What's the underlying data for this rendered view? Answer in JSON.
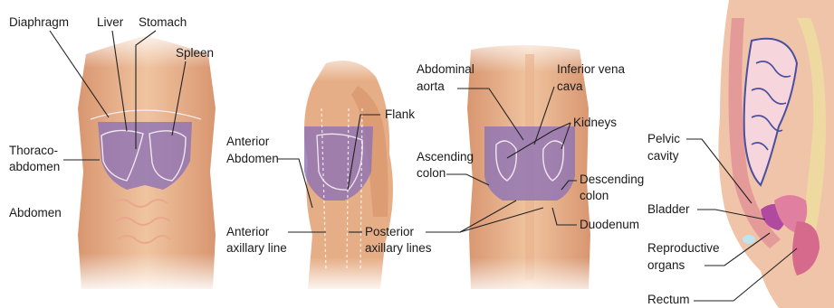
{
  "panels": {
    "front": {
      "labels": {
        "diaphragm": "Diaphragm",
        "liver": "Liver",
        "stomach": "Stomach",
        "spleen": "Spleen",
        "thoraco_1": "Thoraco-",
        "thoraco_2": "abdomen",
        "abdomen": "Abdomen"
      }
    },
    "side": {
      "labels": {
        "flank": "Flank",
        "anterior_abdomen_1": "Anterior",
        "anterior_abdomen_2": "Abdomen",
        "anterior_axillary_1": "Anterior",
        "anterior_axillary_2": "axillary line",
        "posterior_axillary_1": "Posterior",
        "posterior_axillary_2": "axillary lines"
      }
    },
    "back": {
      "labels": {
        "abdominal_aorta_1": "Abdominal",
        "abdominal_aorta_2": "aorta",
        "inferior_vena_cava_1": "Inferior vena",
        "inferior_vena_cava_2": "cava",
        "kidneys": "Kidneys",
        "ascending_colon_1": "Ascending",
        "ascending_colon_2": "colon",
        "descending_colon_1": "Descending",
        "descending_colon_2": "colon",
        "duodenum": "Duodenum"
      }
    },
    "sagittal": {
      "labels": {
        "pelvic_cavity_1": "Pelvic",
        "pelvic_cavity_2": "cavity",
        "bladder": "Bladder",
        "reproductive_1": "Reproductive",
        "reproductive_2": "organs",
        "rectum": "Rectum"
      }
    }
  },
  "colors": {
    "skin": "#e8b48c",
    "skin_dark": "#cf9068",
    "skin_light": "#f4d2b6",
    "region_purple": "#8f74b4",
    "region_purple_light": "#a894c8",
    "organ_outline": "#f2e6ee",
    "leader_line": "#222222",
    "label_text": "#1a1a1a"
  }
}
